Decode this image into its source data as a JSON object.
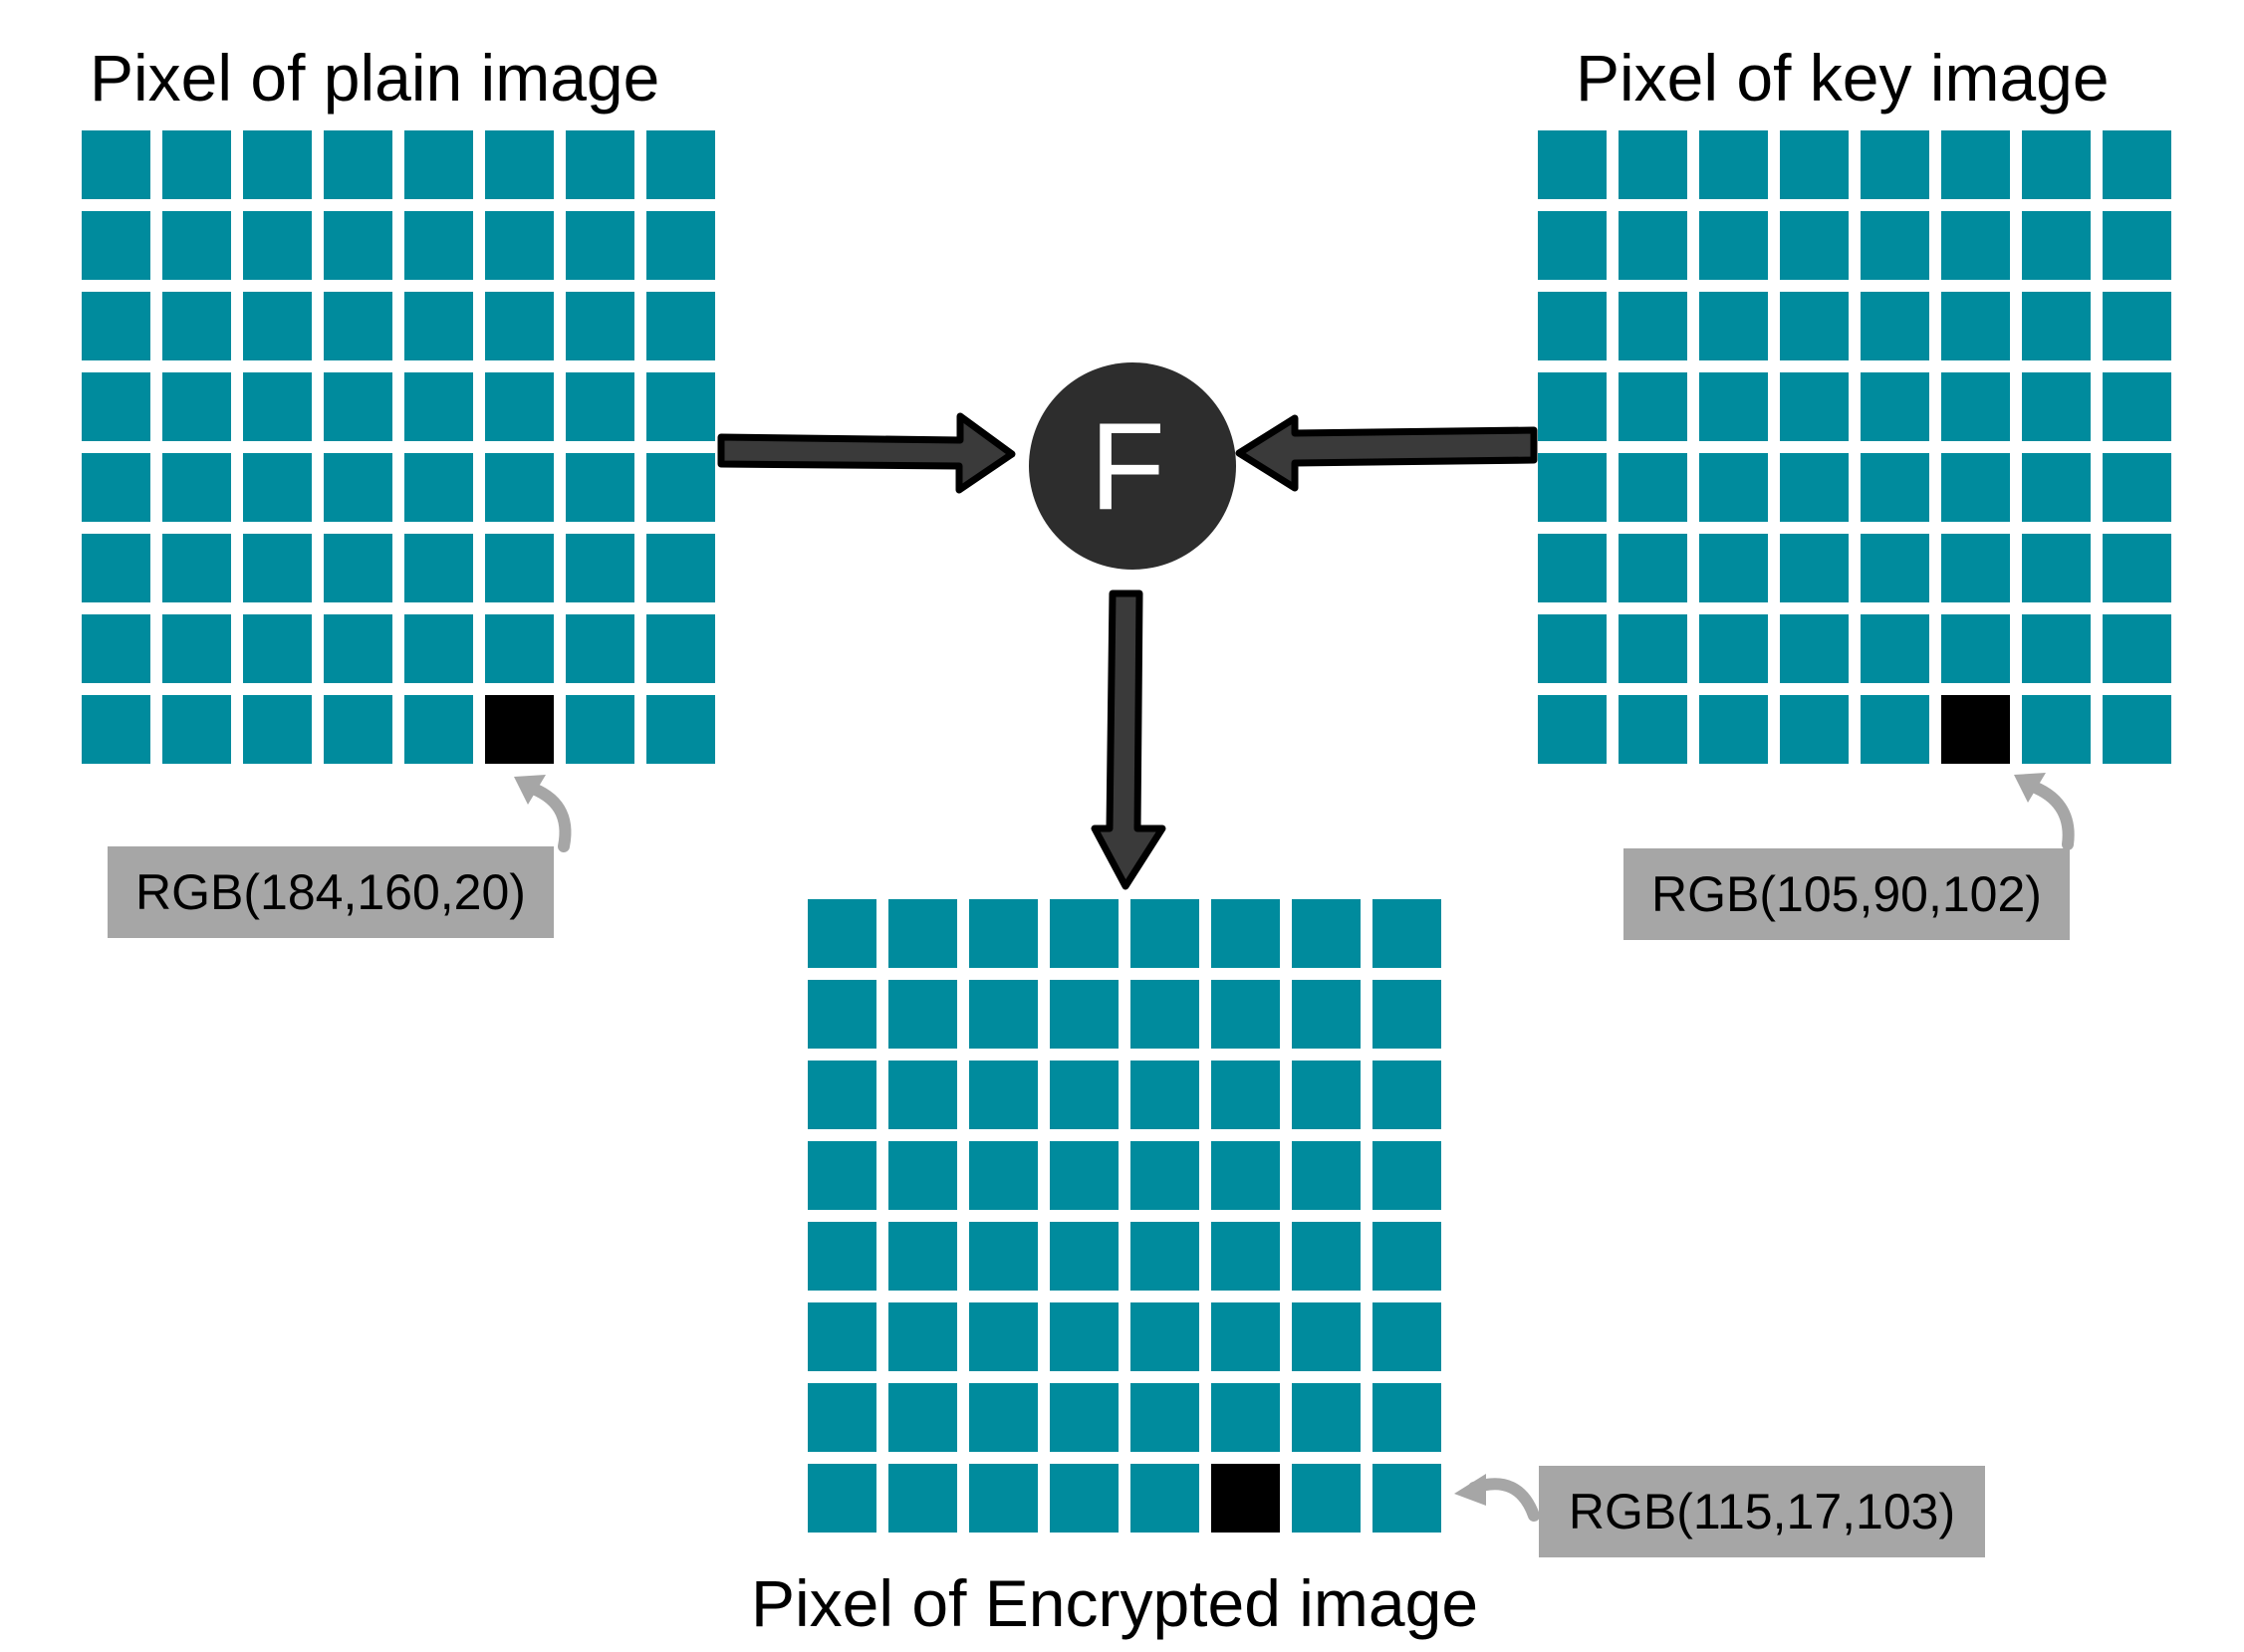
{
  "panels": {
    "plain": {
      "title": "Pixel of plain image",
      "rgb": "RGB(184,160,20)",
      "rows": 8,
      "cols": 8,
      "highlight": {
        "row": 7,
        "col": 5
      }
    },
    "key": {
      "title": "Pixel of key image",
      "rgb": "RGB(105,90,102)",
      "rows": 8,
      "cols": 8,
      "highlight": {
        "row": 7,
        "col": 5
      }
    },
    "encrypted": {
      "title": "Pixel of Encrypted image",
      "rgb": "RGB(115,17,103)",
      "rows": 8,
      "cols": 8,
      "highlight": {
        "row": 7,
        "col": 5
      }
    }
  },
  "function_node": {
    "label": "F"
  },
  "colors": {
    "cell": "#008b9d",
    "highlight_cell": "#000000",
    "label_bg": "#a6a6a6",
    "node_fill": "#2d2d2d",
    "arrow_fill": "#3a3a3a",
    "pointer_arrow": "#a6a6a6"
  }
}
